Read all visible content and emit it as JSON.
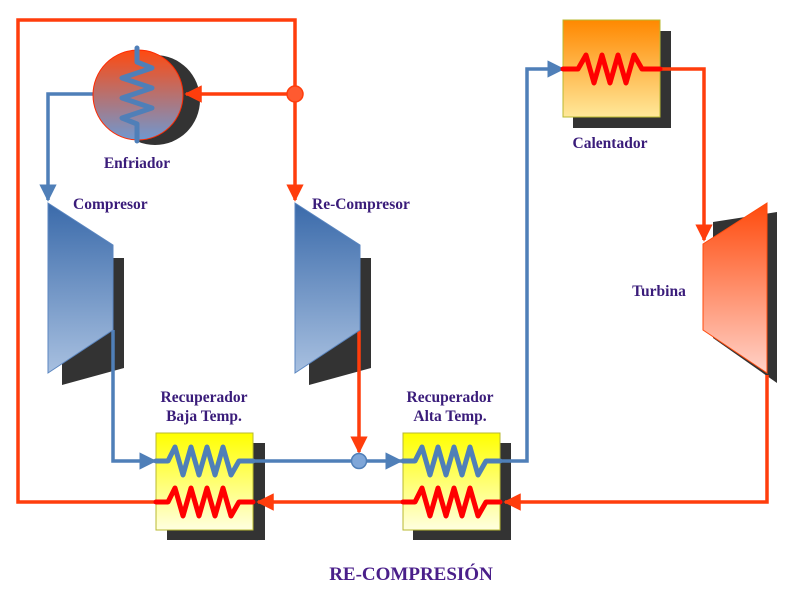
{
  "diagram": {
    "title": "RE-COMPRESIÓN",
    "components": {
      "cooler": {
        "label": "Enfriador"
      },
      "compressor": {
        "label": "Compresor"
      },
      "recompressor": {
        "label": "Re-Compresor"
      },
      "heater": {
        "label": "Calentador"
      },
      "turbine": {
        "label": "Turbina"
      },
      "recuperator_low": {
        "label_line1": "Recuperador",
        "label_line2": "Baja Temp."
      },
      "recuperator_high": {
        "label_line1": "Recuperador",
        "label_line2": "Alta Temp."
      }
    },
    "colors": {
      "hot_line": "#ff3d0c",
      "cold_line": "#4f7fb8",
      "hot_coil": "#ff0000",
      "label_text": "#3a1c7a",
      "shadow": "#333333",
      "recuperator_fill_top": "#ffff00",
      "recuperator_fill_bottom": "#ffffe0",
      "heater_fill_top": "#ff8800",
      "heater_fill_bottom": "#ffe89a"
    }
  }
}
